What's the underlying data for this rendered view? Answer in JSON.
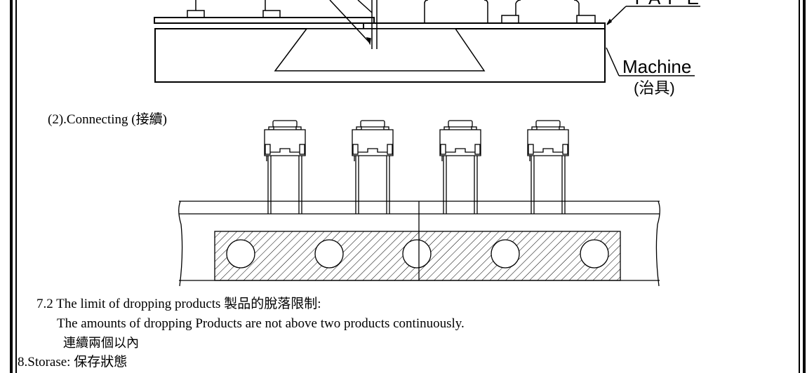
{
  "drawing_top": {
    "tape_label": "TAPE",
    "machine_label": "Machine",
    "machine_label_cn": "(治具)"
  },
  "section_connecting": {
    "label": "(2).Connecting (接續)"
  },
  "section_7_2": {
    "heading": "7.2 The limit of dropping products  製品的脫落限制:",
    "body": "The amounts of dropping Products are not above two products continuously.",
    "body_cn": "連續兩個以內"
  },
  "section_8": {
    "heading": "8.Storase:  保存狀態"
  }
}
